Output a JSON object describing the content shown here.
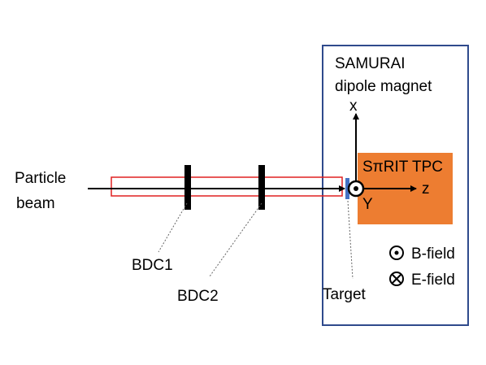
{
  "labels": {
    "particle": "Particle",
    "beam": "beam",
    "samurai": "SAMURAI",
    "dipole": "dipole magnet",
    "tpc": "SπRIT TPC",
    "bdc1": "BDC1",
    "bdc2": "BDC2",
    "target": "Target",
    "axis_x": "x",
    "axis_z": "z",
    "axis_y": "Y"
  },
  "legend": {
    "bfield": "B-field",
    "efield": "E-field"
  },
  "colors": {
    "magnet_box": "#2f4a8c",
    "tpc_fill": "#ed7d31",
    "beam_pipe": "#e02020",
    "target": "#4472c4",
    "detector": "#000000"
  },
  "icons": {
    "bfield": "dot-in-circle-icon",
    "efield": "cross-in-circle-icon"
  }
}
